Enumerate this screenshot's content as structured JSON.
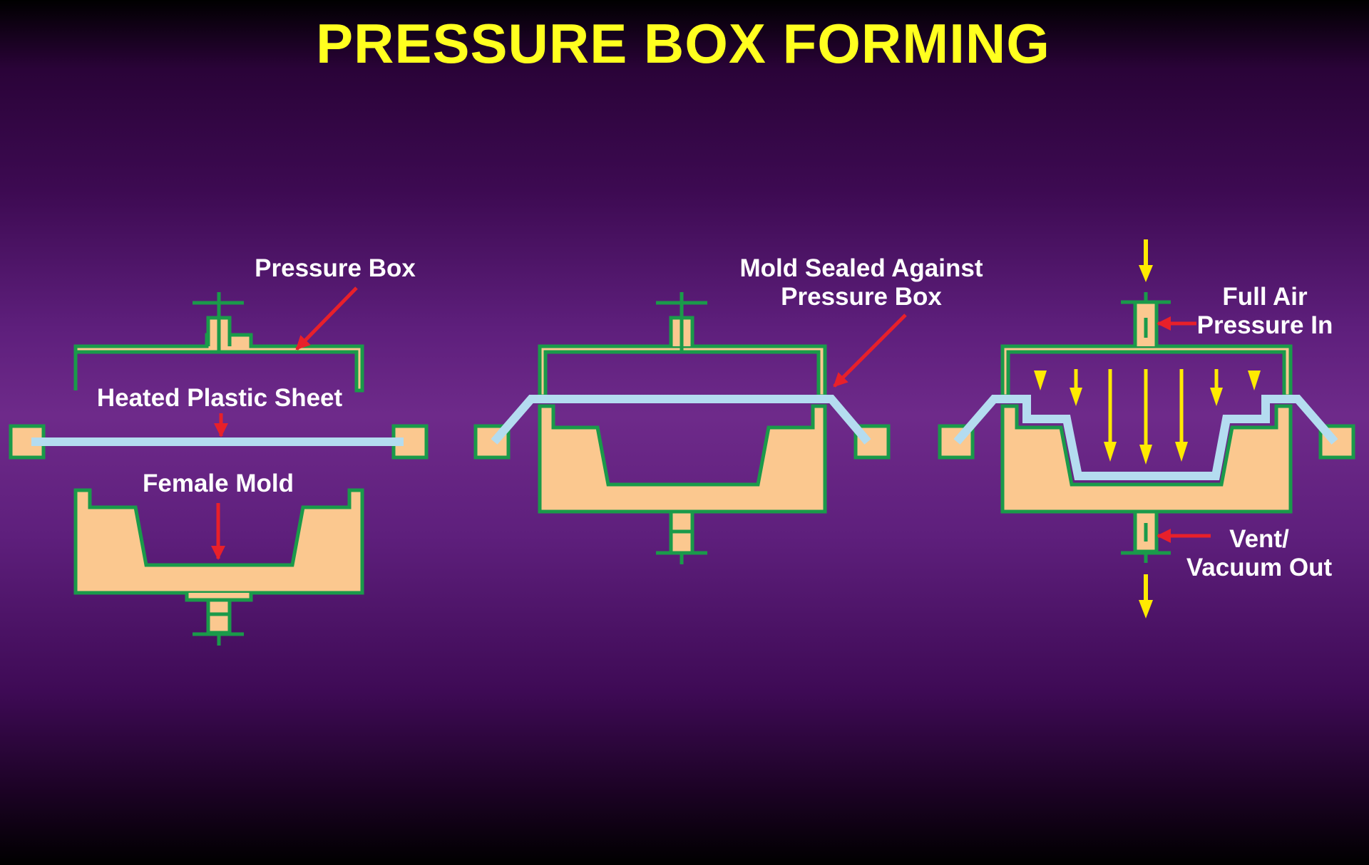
{
  "title": "PRESSURE BOX FORMING",
  "labels": {
    "pressure_box": "Pressure Box",
    "heated_plastic_sheet": "Heated Plastic Sheet",
    "female_mold": "Female Mold",
    "mold_sealed_line1": "Mold Sealed Against",
    "mold_sealed_line2": "Pressure Box",
    "full_air_line1": "Full Air",
    "full_air_line2": "Pressure In",
    "vent_line1": "Vent/",
    "vent_line2": "Vacuum Out"
  },
  "colors": {
    "title": "#ffff1f",
    "outline": "#1a9a4a",
    "mold_fill": "#fbc88f",
    "plastic_sheet": "#b4dcf0",
    "pointer_arrow": "#e8202a",
    "air_arrow": "#ffea00",
    "label_text": "#ffffff"
  }
}
